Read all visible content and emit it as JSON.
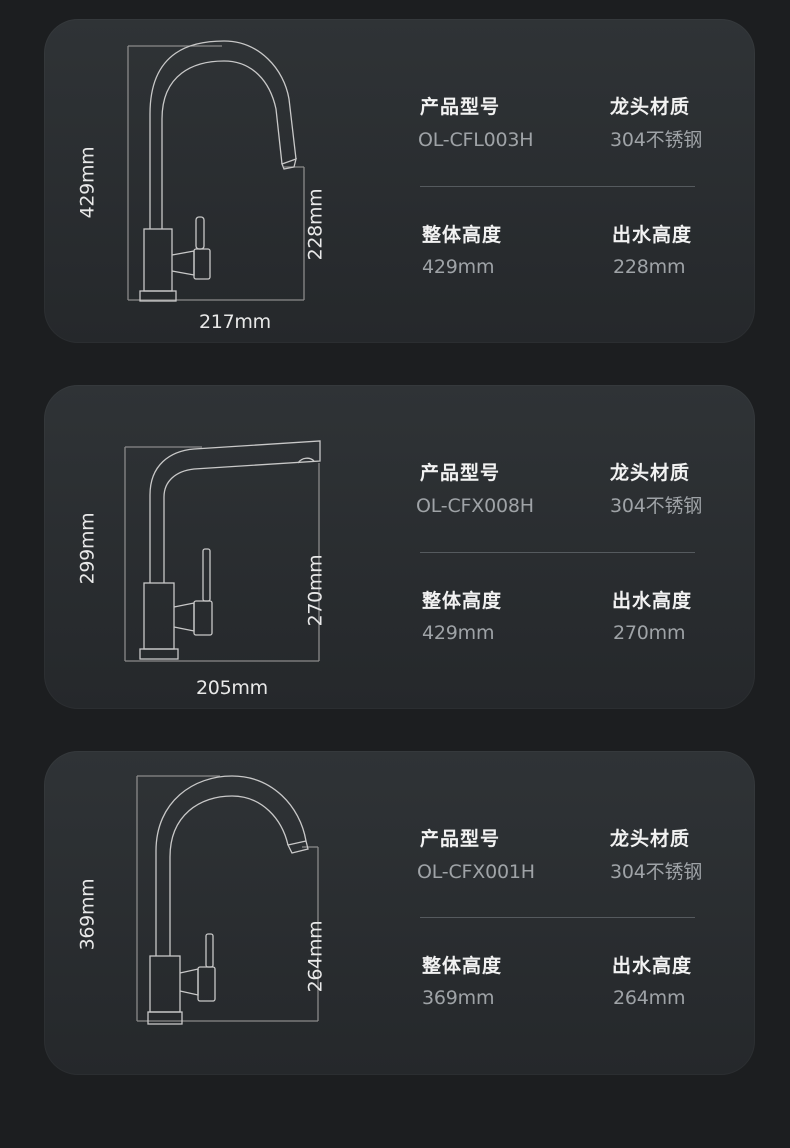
{
  "labels": {
    "model": "产品型号",
    "material": "龙头材质",
    "overall_height": "整体高度",
    "outlet_height": "出水高度"
  },
  "products": [
    {
      "model": "OL-CFL003H",
      "material": "304不锈钢",
      "overall_height": "429mm",
      "outlet_height": "228mm",
      "dim_height": "429mm",
      "dim_outlet": "228mm",
      "dim_width": "217mm"
    },
    {
      "model": "OL-CFX008H",
      "material": "304不锈钢",
      "overall_height": "429mm",
      "outlet_height": "270mm",
      "dim_height": "299mm",
      "dim_outlet": "270mm",
      "dim_width": "205mm"
    },
    {
      "model": "OL-CFX001H",
      "material": "304不锈钢",
      "overall_height": "369mm",
      "outlet_height": "264mm",
      "dim_height": "369mm",
      "dim_outlet": "264mm",
      "dim_width": ""
    }
  ],
  "colors": {
    "background": "#1c1e20",
    "card": "#2b2f32",
    "label": "#f2f2f2",
    "value": "#9fa3a7",
    "line": "#bfbfbf"
  }
}
